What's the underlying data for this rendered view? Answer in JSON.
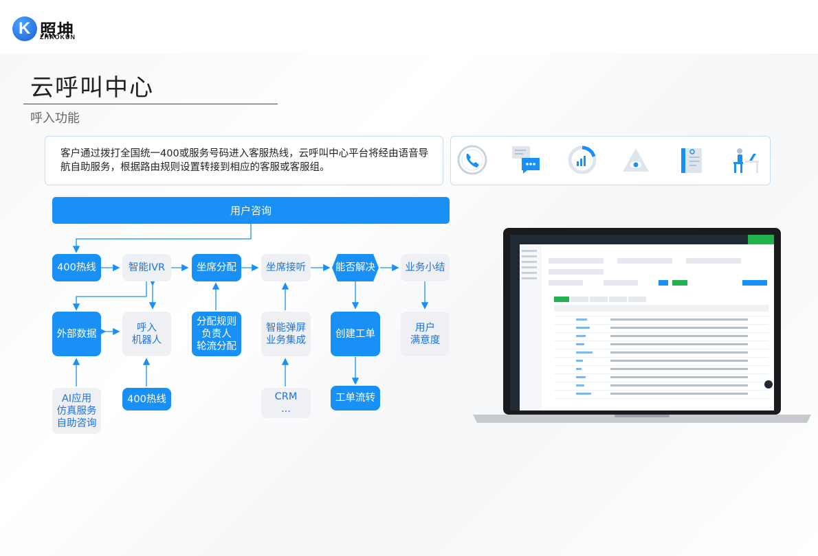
{
  "brand": {
    "name_cn": "照坤",
    "name_en": "ZHAOKUN",
    "mark": "K"
  },
  "page": {
    "title": "云呼叫中心",
    "subtitle": "呼入功能"
  },
  "intro": "客户通过拨打全国统一400或服务号码进入客服热线，云呼叫中心平台将经由语音导航自助服务，根据路由规则设置转接到相应的客服或客服组。",
  "icons": [
    "phone-icon",
    "chat-bubble-icon",
    "analytics-ring-icon",
    "eye-pyramid-icon",
    "document-icon",
    "agent-desk-icon"
  ],
  "flow": {
    "top": "用户咨询",
    "row1": [
      "400热线",
      "智能IVR",
      "坐席分配",
      "坐席接听",
      "能否解决",
      "业务小结"
    ],
    "row2": [
      "外部数据",
      "呼入\n机器人",
      "分配规则\n负责人\n轮流分配",
      "智能弹屏\n业务集成",
      "创建工单",
      "用户\n满意度"
    ],
    "row3": [
      "AI应用\n仿真服务\n自助咨询",
      "400热线",
      "CRM\n...",
      "工单流转"
    ]
  },
  "colors": {
    "primary": "#1890f5",
    "grey_node": "#eef0f3",
    "grey_text": "#1a73e8",
    "laptop_screen_bg": "#ffffff",
    "laptop_topbar": "#1f2a36",
    "laptop_green": "#22b14c"
  }
}
